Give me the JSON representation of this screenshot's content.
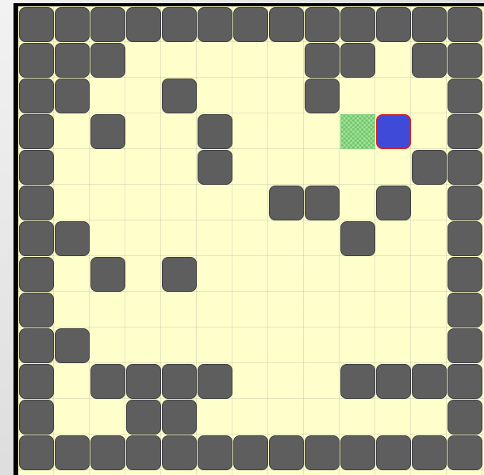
{
  "game": {
    "type": "grid-puzzle",
    "grid": {
      "rows": 13,
      "cols": 13,
      "map": [
        "#############",
        "###.....##.##",
        "##..#...#...#",
        "#.#..#...G@.#",
        "#....#.....##",
        "#......##.#.#",
        "##.......#..#",
        "#.#.#.......#",
        "#...........#",
        "##..........#",
        "#.####...####",
        "#..##.......#",
        "#############"
      ],
      "legend": {
        "#": "wall",
        ".": "floor",
        "G": "goal",
        "@": "player"
      }
    },
    "colors": {
      "floor": "#ffffcc",
      "wall": "#5e5e5e",
      "goal": "#a8e6a0",
      "player_fill": "#3f4bd8",
      "player_outline": "#d62222",
      "frame": "#000000"
    }
  }
}
